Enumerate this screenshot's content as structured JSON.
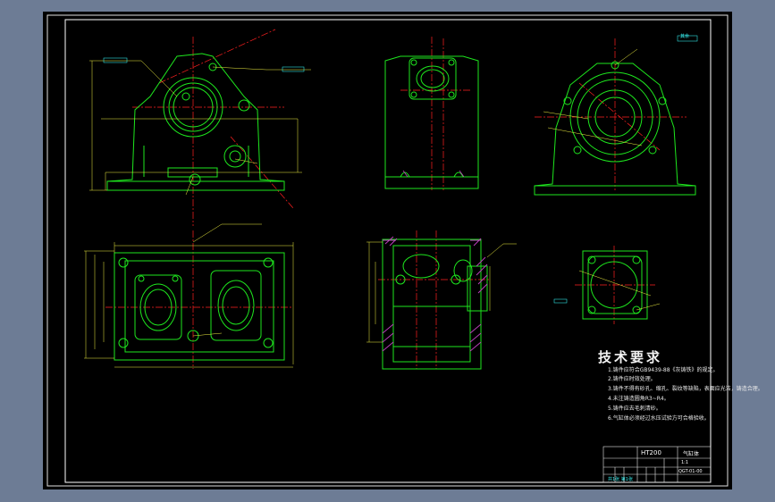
{
  "colors": {
    "desktop_background": "#6d7c95",
    "canvas": "#000000",
    "outline": "#1ee61e",
    "centerline": "#ff2020",
    "dimension": "#f0f040",
    "hatch": "#c040c0",
    "cyan": "#30e0e0",
    "white": "#ffffff"
  },
  "technical_requirements": {
    "title": "技术要求",
    "items": [
      "1.铸件应符合GB9439-88《灰铸铁》的规定。",
      "2.铸件应时效处理。",
      "3.铸件不得有砂孔、缩孔、裂纹等缺陷，表面应光洁，铸造合理。",
      "4.未注铸造圆角R3~R4。",
      "5.铸件应去毛刺清砂。",
      "6.气缸体必须经过水压试验方可合格验收。"
    ]
  },
  "title_block": {
    "material": "HT200",
    "part_name": "气缸体",
    "scale": "1:1",
    "drawing_no": "QGT-01-00",
    "sheet": "共1张 第1张"
  },
  "corner_note": "其余"
}
